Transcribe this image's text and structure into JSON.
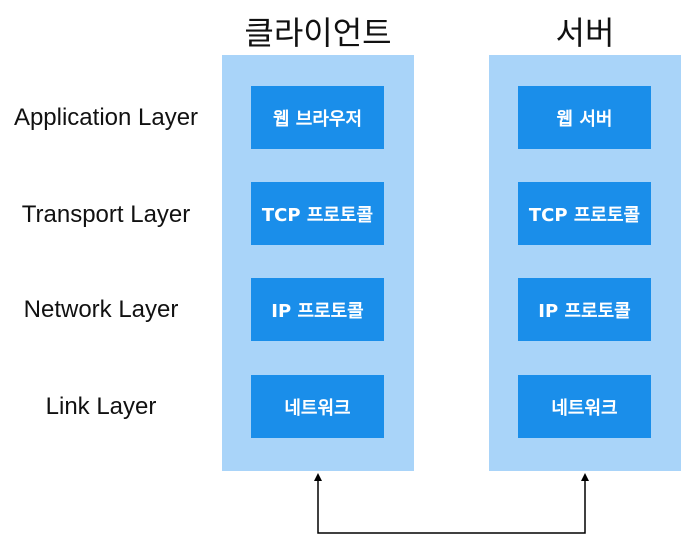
{
  "columns": {
    "client": {
      "title": "클라이언트",
      "boxes": [
        "웹 브라우저",
        "TCP 프로토콜",
        "IP 프로토콜",
        "네트워크"
      ]
    },
    "server": {
      "title": "서버",
      "boxes": [
        "웹 서버",
        "TCP 프로토콜",
        "IP 프로토콜",
        "네트워크"
      ]
    }
  },
  "layers": [
    "Application Layer",
    "Transport Layer",
    "Network Layer",
    "Link Layer"
  ],
  "colors": {
    "column_background": "#a9d4f9",
    "box_fill": "#1a8eea",
    "box_text": "#ffffff",
    "text": "#111111",
    "connector": "#000000"
  }
}
